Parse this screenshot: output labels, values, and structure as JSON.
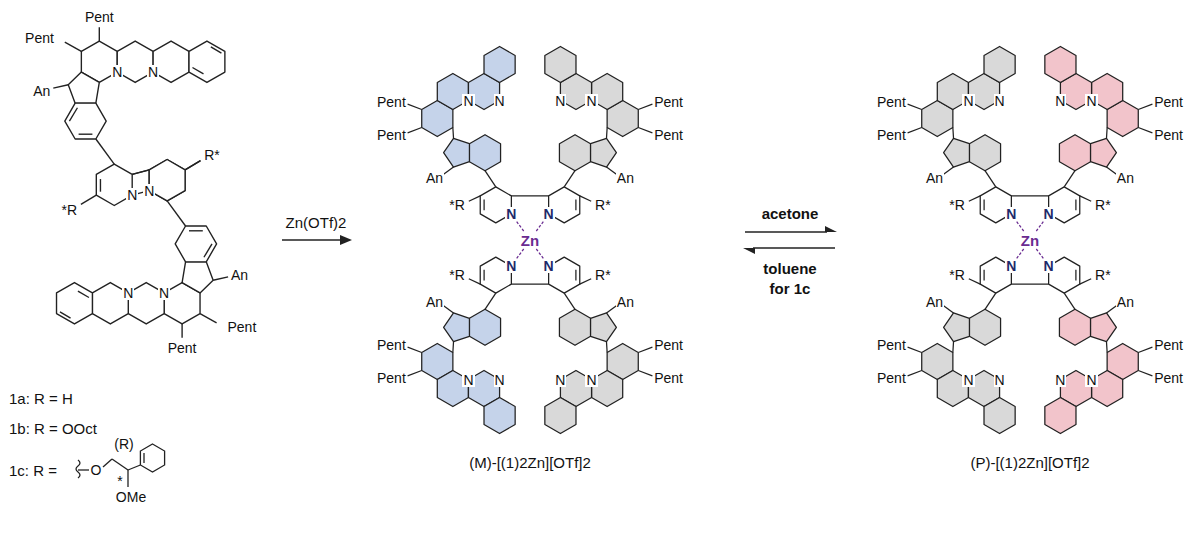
{
  "diagram": {
    "labels": [
      "Pent",
      "Pent",
      "An",
      "N",
      "N",
      "R*",
      "*R",
      "N",
      "N",
      "An",
      "N",
      "N",
      "Pent",
      "Pent",
      "1a: R = H",
      "1b: R = OOct",
      "1c: R =",
      "(R)",
      "O",
      "*",
      "OMe",
      "Zn(OTf)2",
      "N",
      "N",
      "N",
      "N",
      "Pent",
      "Pent",
      "Pent",
      "Pent",
      "An",
      "An",
      "*R",
      "R*",
      "N",
      "N",
      "Zn",
      "N",
      "N",
      "*R",
      "R*",
      "An",
      "An",
      "Pent",
      "Pent",
      "Pent",
      "Pent",
      "N",
      "N",
      "N",
      "N",
      "(M)-[(1)2Zn][OTf]2",
      "acetone",
      "toluene",
      "for 1c",
      "N",
      "N",
      "N",
      "N",
      "Pent",
      "Pent",
      "Pent",
      "Pent",
      "An",
      "An",
      "*R",
      "R*",
      "N",
      "N",
      "Zn",
      "N",
      "N",
      "*R",
      "R*",
      "An",
      "An",
      "Pent",
      "Pent",
      "Pent",
      "Pent",
      "N",
      "N",
      "N",
      "N",
      "(P)-[(1)2Zn][OTf]2"
    ]
  }
}
